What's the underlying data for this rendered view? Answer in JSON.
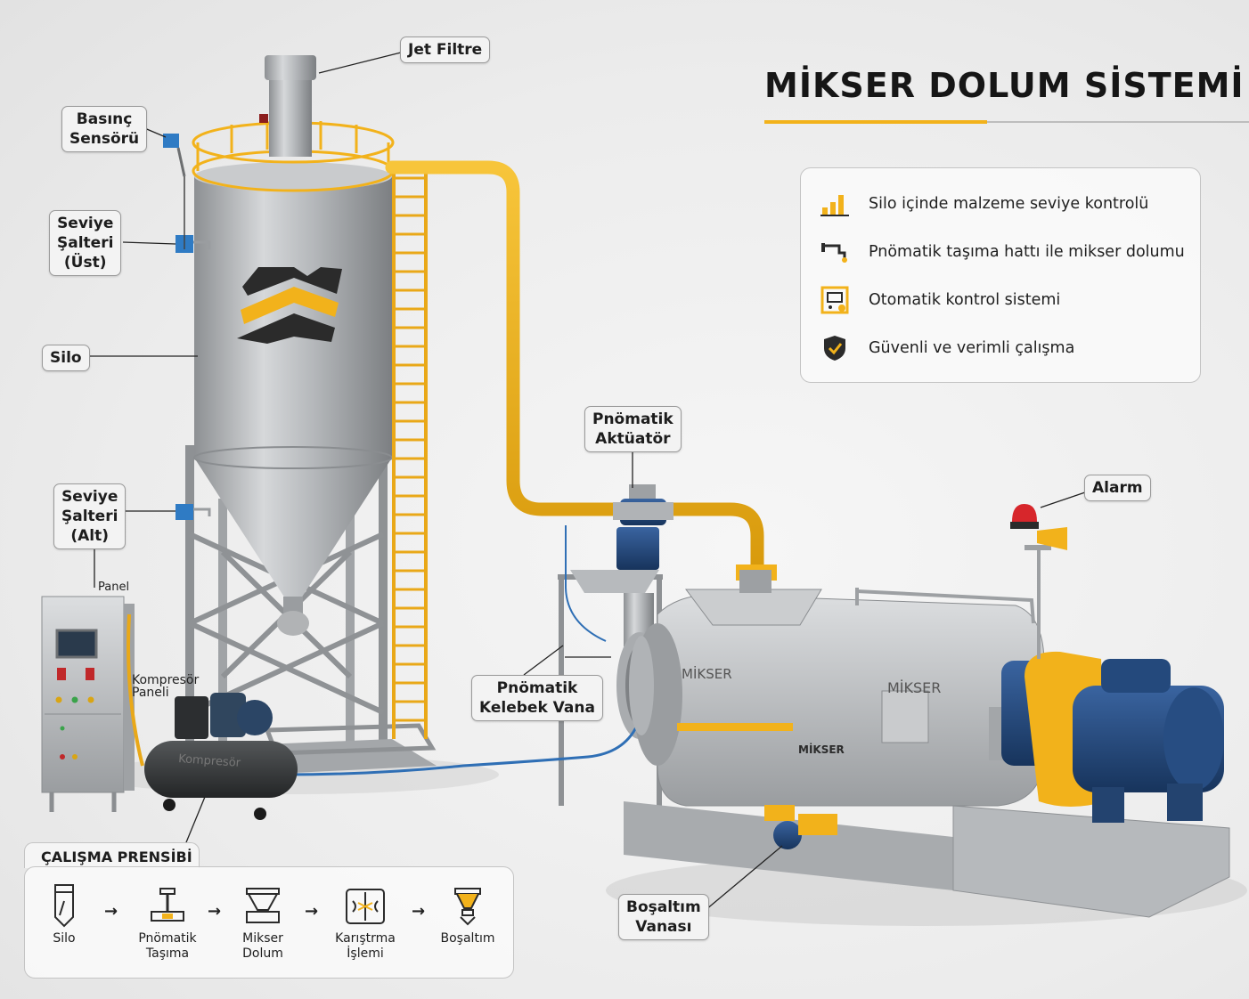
{
  "title": "MİKSER DOLUM SİSTEMİ",
  "colors": {
    "accent": "#f2b21b",
    "steel": "#a9acaf",
    "motor": "#22487a",
    "dark": "#2b2b2b"
  },
  "labels": {
    "jet_filtre": "Jet Filtre",
    "basinc_sensoru": [
      "Basınç",
      "Sensörü"
    ],
    "seviye_ust": [
      "Seviye",
      "Şalteri",
      "(Üst)"
    ],
    "silo": "Silo",
    "seviye_alt": [
      "Seviye",
      "Şalteri",
      "(Alt)"
    ],
    "panel_small": "Panel",
    "kompresor_paneli": [
      "Kompresör",
      "Paneli"
    ],
    "pnomatik_aktuator": [
      "Pnömatik",
      "Aktüatör"
    ],
    "pnomatik_kelebek": [
      "Pnömatik",
      "Kelebek Vana"
    ],
    "alarm": "Alarm",
    "bosaltim_vanasi": [
      "Boşaltım",
      "Vanası"
    ]
  },
  "equipment_text": {
    "kompresor": "Kompresör",
    "mikser_left": "MİKSER",
    "mikser_right": "MİKSER",
    "mikser_band": "MİKSER"
  },
  "features": {
    "items": [
      {
        "icon": "bar-chart-icon",
        "text": "Silo içinde malzeme seviye kontrolü"
      },
      {
        "icon": "pipe-faucet-icon",
        "text": "Pnömatik taşıma hattı ile mikser dolumu"
      },
      {
        "icon": "control-panel-icon",
        "text": "Otomatik kontrol sistemi"
      },
      {
        "icon": "shield-icon",
        "text": "Güvenli ve verimli çalışma"
      }
    ]
  },
  "principle": {
    "title": "ÇALIŞMA PRENSİBİ",
    "steps": [
      {
        "icon": "silo-icon",
        "label": [
          "Silo"
        ]
      },
      {
        "icon": "pipe-icon",
        "label": [
          "Pnömatik",
          "Taşıma"
        ]
      },
      {
        "icon": "mixer-hopper-icon",
        "label": [
          "Mikser",
          "Dolum"
        ]
      },
      {
        "icon": "mixing-icon",
        "label": [
          "Karıştrma",
          "İşlemi"
        ]
      },
      {
        "icon": "discharge-icon",
        "label": [
          "Boşaltım"
        ]
      }
    ],
    "arrow": "→"
  }
}
